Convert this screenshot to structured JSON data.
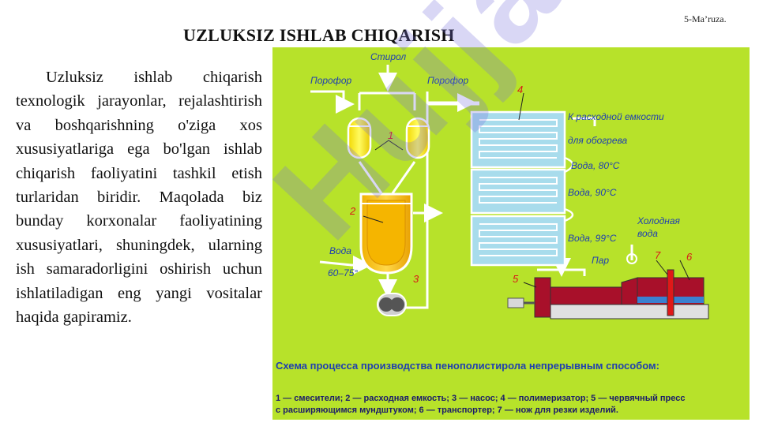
{
  "header": {
    "slide_label": "5-Ma’ruza.",
    "title": "UZLUKSIZ ISHLAB CHIQARISH"
  },
  "body": {
    "paragraph": "Uzluksiz ishlab chiqarish texnologik jarayonlar, rejalashtirish va boshqarishning o'ziga xos xususiyatlariga ega bo'lgan ishlab chiqarish faoliyatini tashkil etish turlaridan biridir. Maqolada biz bunday korxonalar faoliyatining xususiyatlari, shuningdek, ularning ish samaradorligini oshirish uchun ishlatiladigan eng yangi vositalar haqida gapiramiz."
  },
  "figure": {
    "labels": {
      "styrene": "Стирол",
      "porofor_left": "Порофор",
      "porofor_right": "Порофор",
      "to_tank_1": "К расходной емкости",
      "to_tank_2": "для обогрева",
      "water_80": "Вода, 80°С",
      "water_90": "Вода, 90°С",
      "water_99": "Вода, 99°С",
      "cold_water_1": "Холодная",
      "cold_water_2": "вода",
      "steam": "Пар",
      "water_in": "Вода",
      "water_temp": "60–75°",
      "n1": "1",
      "n2": "2",
      "n3": "3",
      "n4": "4",
      "n5": "5",
      "n6": "6",
      "n7": "7"
    },
    "caption": "Схема процесса производства пенополистирола непрерывным способом:",
    "legend_line1": "1 — смесители; 2 — расходная емкость; 3 — насос; 4 — полимеризатор; 5 — червячный пресс",
    "legend_line2": "с расширяющимся мундштуком; 6 — транспортер; 7 — нож для резки изделий."
  },
  "watermark": {
    "text": "Hujjat.uz"
  },
  "colors": {
    "figure_bg": "#b7e22a",
    "vessel_yellow": "#f5ee20",
    "polymerizer_blue": "#a8dcec",
    "press_red": "#a8102a",
    "label_red": "#d81818",
    "label_blue": "#1f3fb0"
  }
}
